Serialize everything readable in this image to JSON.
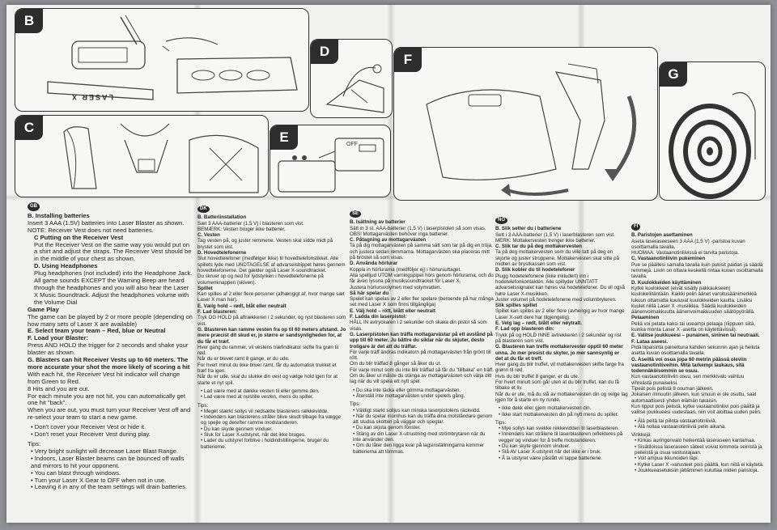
{
  "panels": {
    "b": "B",
    "c": "C",
    "d": "D",
    "e": "E",
    "f": "F",
    "g": "G",
    "e_switch_label": "OFF",
    "b_device_label": "LASER X"
  },
  "gb": {
    "flag": "GB",
    "lines": [
      {
        "t": "h",
        "s": "B. Installing batteries"
      },
      {
        "t": "p",
        "s": "Insert 3 AAA (1.5V) batteries into Laser Blaster as shown."
      },
      {
        "t": "p",
        "s": "NOTE: Receiver Vest does not need batteries."
      },
      {
        "t": "ih",
        "s": "C Putting on the Receiver Vest"
      },
      {
        "t": "i",
        "s": "Put the Receiver Vest on the same way you would put on a shirt and adjust the straps. The Receiver Vest should be in the middle of your chest as shown."
      },
      {
        "t": "ih",
        "s": "D. Using Headphones"
      },
      {
        "t": "i",
        "s": "Plug headphones (not included) into the Headphone Jack. All game sounds EXCEPT the Warning Beep are heard through the headphones and you will also hear the Laser X Music Soundtrack. Adjust the headphones volume with the Volume Dial"
      },
      {
        "t": "h",
        "s": "Game Play"
      },
      {
        "t": "p",
        "s": "The game can be played by 2 or more people (depending on how many sets of Laser X are available)"
      },
      {
        "t": "h",
        "s": "E. Select team your team – Red, blue or Neutral"
      },
      {
        "t": "h",
        "s": "F. Load your Blaster:"
      },
      {
        "t": "p",
        "s": "Press AND HOLD the trigger for 2 seconds and shake your blaster as shown."
      },
      {
        "t": "h",
        "s": "G. Blasters can hit Receiver Vests up to 60 meters. The more accurate your shot the more likely of scoring a hit"
      },
      {
        "t": "p",
        "s": "With each hit, the Receiver Vest hit indicator will change from Green to Red."
      },
      {
        "t": "p",
        "s": "8 Hits and you are out."
      },
      {
        "t": "p",
        "s": "For each minute you are not hit, you can automatically get one hit \"back\"."
      },
      {
        "t": "p",
        "s": "When you are out, you must turn your Receiver Vest off and re-select your team to start a new game."
      },
      {
        "t": "g",
        "s": ""
      },
      {
        "t": "b",
        "s": "• Don't cover your Receiver Vest or hide it."
      },
      {
        "t": "b",
        "s": "• Don't reset your Receiver Vest during play."
      },
      {
        "t": "g",
        "s": ""
      },
      {
        "t": "p",
        "s": "Tips:"
      },
      {
        "t": "b",
        "s": "• Very bright sunlight will decrease Laser Blast Range."
      },
      {
        "t": "b",
        "s": "• Indoors, Laser Blaster beams can be bounced off walls and mirrors to hit your opponent."
      },
      {
        "t": "b",
        "s": "• You can blast through windows."
      },
      {
        "t": "b",
        "s": "• Turn your Laser X Gear to OFF when not in use."
      },
      {
        "t": "b",
        "s": "• Leaving it in any of the team settings will drain batteries."
      }
    ]
  },
  "dk": {
    "flag": "DK",
    "lines": [
      {
        "t": "h",
        "s": "B. Batteriinstallation"
      },
      {
        "t": "p",
        "s": "Sæt 3 AAA-batterier (1,5 V) i blasteren som vist."
      },
      {
        "t": "p",
        "s": "BEMÆRK: Vesten bruger ikke batterier."
      },
      {
        "t": "h",
        "s": "C. Vesten"
      },
      {
        "t": "p",
        "s": "Tag vesten på, og juster remmene. Vesten skal sidde midt på brystet som vist."
      },
      {
        "t": "h",
        "s": "D. Hovedtelefonerne"
      },
      {
        "t": "p",
        "s": "Slut hovedtelefoner (medfølger ikke) til hovedtelefonstikket. Alle spillets lyde med UNDTAGELSE af advarselsbippet høres gennem hovedtelefonerne. Det gælder også Laser X-soundtracket."
      },
      {
        "t": "p",
        "s": "Du skruer op og ned for lydstyrken i hovedtelefonerne på volumenknappen (skiven)."
      },
      {
        "t": "h",
        "s": "Spillet"
      },
      {
        "t": "p",
        "s": "Kan spilles af 2 eller flere personer (afhængigt af, hvor mange sæt Laser X man har)."
      },
      {
        "t": "h",
        "s": "E. Vælg hold – rødt, blåt eller neutralt"
      },
      {
        "t": "h",
        "s": "F. Lad blasteren:"
      },
      {
        "t": "p",
        "s": "Tryk OG HOLD på aftrækkeren i 2 sekunder, og ryst blasteren som vist."
      },
      {
        "t": "h",
        "s": "G. Blasteren kan ramme vesten fra op til 60 meters afstand. Jo mere præcist dit skud er, jo større er sandsynligheden for, at du får et træf."
      },
      {
        "t": "p",
        "s": "Hver gang du rammer, vil vestens træfindikator skifte fra grøn til rød."
      },
      {
        "t": "p",
        "s": "Når du er blevet ramt 8 gange, er du ude."
      },
      {
        "t": "p",
        "s": "For hvert minut du ikke bliver ramt, får du automatisk trukket et træf fra igen."
      },
      {
        "t": "p",
        "s": "Når du er ude, skal du slukke din vest og vælge hold igen for at starte et nyt spil."
      },
      {
        "t": "g",
        "s": ""
      },
      {
        "t": "b",
        "s": "• Lad være med at dække vesten til eller gemme den."
      },
      {
        "t": "b",
        "s": "• Lad være med at nulstille vesten, mens du spiller."
      },
      {
        "t": "g",
        "s": ""
      },
      {
        "t": "p",
        "s": "Tips:"
      },
      {
        "t": "b",
        "s": "• Meget stærkt sollys vil nedsætte blasterens rækkevidde."
      },
      {
        "t": "b",
        "s": "• Indendørs kan blasterens stråler blive skudt tilbage fra vægge og spejle og derefter ramme modstanderen."
      },
      {
        "t": "b",
        "s": "• Du kan skyde gennem vinduer."
      },
      {
        "t": "b",
        "s": "• Sluk for Laser X-udstyret, når det ikke bruges."
      },
      {
        "t": "b",
        "s": "• Lader du udstyret forblive i holdindstillingerne, bruger du batterierne."
      }
    ]
  },
  "se": {
    "flag": "SE",
    "lines": [
      {
        "t": "h",
        "s": "B. Isättning av batterier"
      },
      {
        "t": "p",
        "s": "Sätt in 3 st. AAA-batterier (1,5 V) i laserpistolen så som visas."
      },
      {
        "t": "p",
        "s": "OBS! Mottagarvästen behöver inga batterier."
      },
      {
        "t": "h",
        "s": "C. Påtagning av mottagarvästen"
      },
      {
        "t": "p",
        "s": "Ta på dig mottagarvästen på samma sätt som tar på dig en tröja, och justera sedan remmarna. Mottagarvästen ska placeras mitt på bröstet så som visas."
      },
      {
        "t": "h",
        "s": "D. Använda hörlurar"
      },
      {
        "t": "p",
        "s": "Koppla in hörlurarna (medföljer ej) i hörlursuttaget."
      },
      {
        "t": "p",
        "s": "Alla spelljud UTOM varningspipet hörs genom hörlurarna, och du får även lyssna på musiksoundtracket för Laser X."
      },
      {
        "t": "p",
        "s": "Justera hörlursvolymen med volymratten."
      },
      {
        "t": "h",
        "s": "Så här spelar du"
      },
      {
        "t": "p",
        "s": "Spelet kan spelas av 2 eller fler spelare (beroende på hur många set med Laser X som finns tillgängliga)"
      },
      {
        "t": "h",
        "s": "E. Välj hold – rött, blått eller neutralt"
      },
      {
        "t": "h",
        "s": "F. Ladda din laserpistol:"
      },
      {
        "t": "p",
        "s": "HÅLL IN avtryckaren i 2 sekunder och skaka din pistol så som visas."
      },
      {
        "t": "h",
        "s": "G. Laserpistolen kan träffa mottagarvästar på ett avstånd på upp till 60 meter. Ju bättre du siktar när du skjuter, desto troligare är det att du träffar."
      },
      {
        "t": "p",
        "s": "För varje träff ändras indikatorn på mottagarvästen från grönt till rött."
      },
      {
        "t": "p",
        "s": "Om du blir träffad 8 gånger så åker du ut."
      },
      {
        "t": "p",
        "s": "För varje minut som du inte blir träffad så får du \"tillbaka\" en träff."
      },
      {
        "t": "p",
        "s": "Om du åker ut måste du stänga av mottagarvästen och välja ditt lag när du vill spela ett nytt spel."
      },
      {
        "t": "g",
        "s": ""
      },
      {
        "t": "b",
        "s": "• Du ska inte täcka eller gömma mottagarvästen."
      },
      {
        "t": "b",
        "s": "• Återställ inte mottagarvästen under spelets gång."
      },
      {
        "t": "g",
        "s": ""
      },
      {
        "t": "p",
        "s": "Tips:"
      },
      {
        "t": "b",
        "s": "• Väldigt starkt solljus kan minska laserpistolens räckvidd."
      },
      {
        "t": "b",
        "s": "• När du spelar inomhus kan du träffa dina motståndare genom att studsa skotten på väggar och speglar."
      },
      {
        "t": "b",
        "s": "• Du kan skjuta genom fönster."
      },
      {
        "t": "b",
        "s": "• Stäng av din Laser X-utrustning med strömbrytaren när du inte använder den."
      },
      {
        "t": "b",
        "s": "• Om du låter den ligga kvar på lagsinställningarna kommer batterierna att tömmas."
      }
    ]
  },
  "no": {
    "flag": "NO",
    "lines": [
      {
        "t": "h",
        "s": "B. Slik setter du i batteriene"
      },
      {
        "t": "p",
        "s": "Sett i 3 AAA-batterier (1,5 V) i laserblasteren som vist."
      },
      {
        "t": "p",
        "s": "MERK: Mottakervesten trenger ikke batterier."
      },
      {
        "t": "h",
        "s": "C. Slik tar du på deg mottakervesten"
      },
      {
        "t": "p",
        "s": "Ta på deg mottakervesten som du ville tatt på deg en skjorte og juster stroppene. Mottakervesten skal sitte på midten av brystkassen som vist."
      },
      {
        "t": "h",
        "s": "D. Slik kobler du til hodetelefoner"
      },
      {
        "t": "p",
        "s": "Plugg hodetelefonene (ikke inkludert) inn i hodetelefonkontakten. Alle spillyder UNNTATT advarselssignalet kan høres via hodetelefoner. Du vil også høre Laser X-musikken."
      },
      {
        "t": "p",
        "s": "Juster volumet på hodetelefonene med volumbryteren."
      },
      {
        "t": "h",
        "s": "Slik spilles spillet"
      },
      {
        "t": "p",
        "s": "Spillet kan spilles av 2 eller flere (avhengig av hvor mange Laser X-sett dere har tilgjengelig)."
      },
      {
        "t": "h",
        "s": "E. Velg lag – rødt, blått eller nøytralt."
      },
      {
        "t": "h",
        "s": "F. Lad opp blasteren din:"
      },
      {
        "t": "p",
        "s": "Trykk på og HOLD INNE avtrekkeren i 2 sekunder og rist på blasteren som vist."
      },
      {
        "t": "h",
        "s": "G. Blasteren kan treffe mottakervester opptil 60 meter unna. Jo mer presist du skyter, jo mer sannsynlig er det at du får et treff."
      },
      {
        "t": "p",
        "s": "Hver gang du blir truffet, vil mottakervesten skifte farge fra grønn til rød."
      },
      {
        "t": "p",
        "s": "Hvis du blir truffet 8 ganger, er du ute."
      },
      {
        "t": "p",
        "s": "For hvert minutt som går uten at du blir truffet, kan du få tilbake et liv."
      },
      {
        "t": "p",
        "s": "Når du er ute, må du slå av mottakervesten din og velge lag igjen for å starte en ny runde."
      },
      {
        "t": "g",
        "s": ""
      },
      {
        "t": "b",
        "s": "• Ikke dekk eller gjem mottakervesten din."
      },
      {
        "t": "b",
        "s": "• Ikke start mottakervesten din på nytt mens du spiller."
      },
      {
        "t": "g",
        "s": ""
      },
      {
        "t": "p",
        "s": "Tips:"
      },
      {
        "t": "b",
        "s": "• Mye sollys kan svekke rekkevidden til laserblasteren."
      },
      {
        "t": "b",
        "s": "• Innendørs kan strålene til laserblasteren reflekteres på vegger og vinduer for å treffe motstanderen."
      },
      {
        "t": "b",
        "s": "• Du kan skyte gjennom vinduer."
      },
      {
        "t": "b",
        "s": "• Slå AV Laser X-utstyret når det ikke er i bruk."
      },
      {
        "t": "b",
        "s": "• Å la utstyret være påslått vil tappe batteriene."
      }
    ]
  },
  "fi": {
    "flag": "FI",
    "lines": [
      {
        "t": "h",
        "s": "B. Paristojen asettaminen"
      },
      {
        "t": "p",
        "s": "Aseta laseraseeseen 3 AAA (1,5 V) -paristoa kuvan osoittamalla tavalla."
      },
      {
        "t": "p",
        "s": "HUOMAA: Vastaanotinliivissä ei tarvita paristoja."
      },
      {
        "t": "h",
        "s": "C. Vastaanotinliivin pukeminen"
      },
      {
        "t": "p",
        "s": "Pue se päällesi samalla tavalla kuin pukisit paidan ja säädä remmejä. Liivin on oltava keskellä rintaa kuvan osoittamalla tavalla."
      },
      {
        "t": "h",
        "s": "D. Kuulokkeiden käyttäminen"
      },
      {
        "t": "p",
        "s": "Kytke kuulokkeet (eivät sisälly pakkaukseen) kuulokeliitäntään. Kaikki pelin äänet varoitusäänimerkkiä lukuun ottamatta kuuluvat kuulokkeiden kautta. Lisäksi kuulet niillä Laser X -musiikkia. Säädä kuulokkeiden äänenvoimakkuutta äänenvoimakkuuden säätöpyörällä."
      },
      {
        "t": "h",
        "s": "Pelaaminen"
      },
      {
        "t": "p",
        "s": "Peliä voi pelata kaksi tai useampi pelaaja (riippuen siitä, kuinka monta Laser X -asetta on käytettävissä)."
      },
      {
        "t": "h",
        "s": "E. Valitse joukkueesi – punainen, sininen tai neutraali."
      },
      {
        "t": "h",
        "s": "F. Lataa aseesi."
      },
      {
        "t": "p",
        "s": "Pidä liipaisinta painettuna kahden sekunnin ajan ja heiluta asetta kuvan osoittamalla tavalla."
      },
      {
        "t": "h",
        "s": "G. Aseillä voi osua jopa 60 metrin päässä oleviin vastaanotinliiveihin. Mitä tarkempi laukaus, sitä todennäköisemmin se osuu."
      },
      {
        "t": "p",
        "s": "Kun vastaanotinliiviin osuu, sen merkkivalo vaihtuu vihreästä punaiseksi."
      },
      {
        "t": "p",
        "s": "Tipeät pois pelistä 8 osuman jälkeen."
      },
      {
        "t": "p",
        "s": "Jokaisen minuutin jälkeen, kun sinuun ei ole osuttu, saat automaattisesti yhden elämän takaisin."
      },
      {
        "t": "p",
        "s": "Kun tipput pois pelistä, kytke vastaanotinliivi pois päältä ja valitse joukkueesi uudestaan, niin voit aloittaa uuden pelin."
      },
      {
        "t": "g",
        "s": ""
      },
      {
        "t": "b",
        "s": "• Älä peitä tai piilota vastaanotinliiviä."
      },
      {
        "t": "b",
        "s": "• Älä nollaa vastaanotinliiviä pelin aikana."
      },
      {
        "t": "g",
        "s": ""
      },
      {
        "t": "p",
        "s": "Vinkkejä:"
      },
      {
        "t": "b",
        "s": "• Kirkas auringonvalo heikentää laseraseen kantamaa."
      },
      {
        "t": "b",
        "s": "• Sisätiloissa laseraseen säteet voivat kimmota seinistä ja peileistä ja osua vastustajaan."
      },
      {
        "t": "b",
        "s": "• Voit ampua ikkunoiden läpi."
      },
      {
        "t": "b",
        "s": "• Kytke Laser X -varusteet pois päältä, kun niitä ei käytetä."
      },
      {
        "t": "b",
        "s": "• Joukkueasetuksiin jättäminen kuluttaa niiden paristoja."
      }
    ]
  }
}
